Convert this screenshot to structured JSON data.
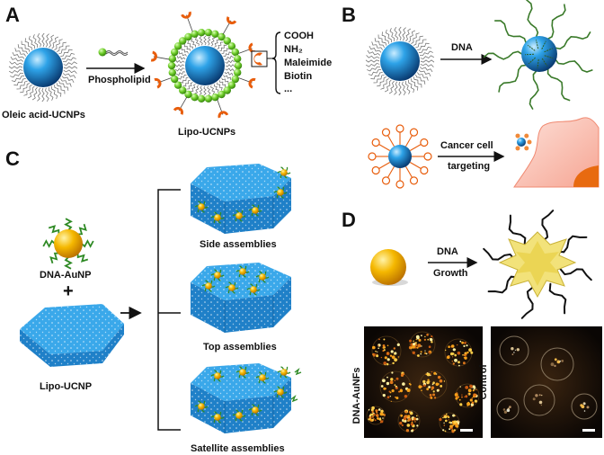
{
  "panels": {
    "a": "A",
    "b": "B",
    "c": "C",
    "d": "D"
  },
  "panel_a": {
    "start_label": "Oleic acid-UCNPs",
    "arrow_label": "Phospholipid",
    "product_label": "Lipo-UCNPs",
    "groups": [
      "COOH",
      "NH₂",
      "Maleimide",
      "Biotin",
      "..."
    ]
  },
  "panel_b": {
    "arrow1_label": "DNA",
    "arrow2_line1": "Cancer cell",
    "arrow2_line2": "targeting"
  },
  "panel_c": {
    "particle_label": "DNA-AuNP",
    "plus": "+",
    "plate_label": "Lipo-UCNP",
    "assemblies": [
      "Side assemblies",
      "Top assemblies",
      "Satellite assemblies"
    ]
  },
  "panel_d": {
    "arrow_line1": "DNA",
    "arrow_line2": "Growth",
    "micrograph_left_label": "DNA-AuNFs",
    "micrograph_right_label": "Control"
  },
  "colors": {
    "ucnp_blue": "#1f8fd6",
    "ligand_green": "#7cd33c",
    "target_orange": "#e85d0c",
    "dna_green": "#3a7a2a",
    "gold": "#f5b800"
  }
}
